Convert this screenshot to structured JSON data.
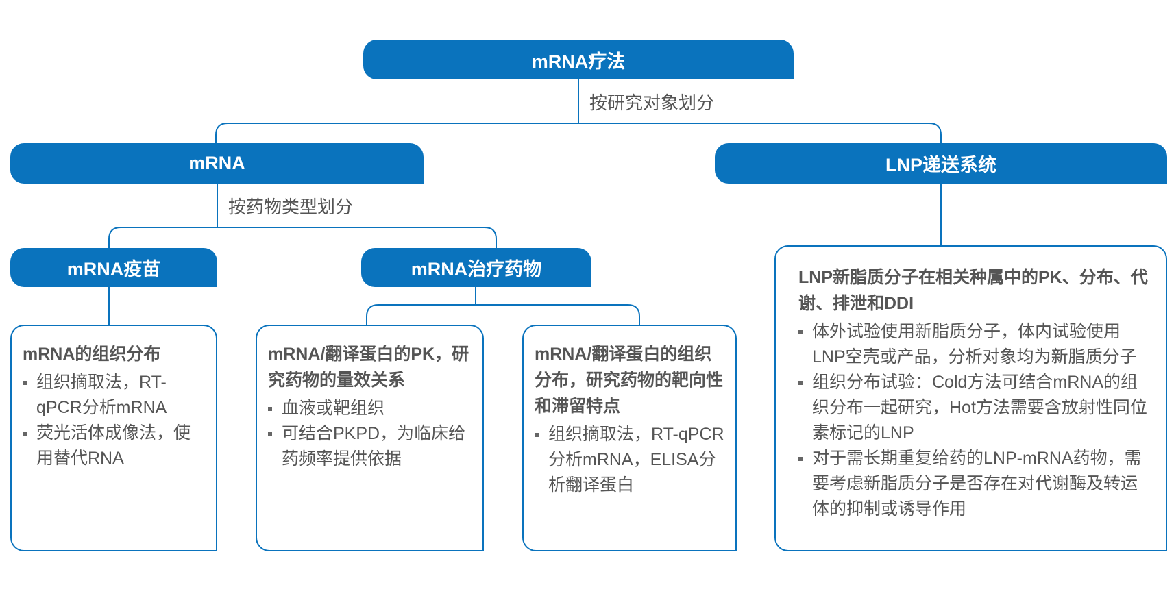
{
  "root": {
    "title": "mRNA疗法",
    "split_label": "按研究对象划分"
  },
  "mrna": {
    "title": "mRNA",
    "split_label": "按药物类型划分",
    "vaccine": {
      "title": "mRNA疫苗",
      "box": {
        "heading": "mRNA的组织分布",
        "items": [
          "组织摘取法，RT-qPCR分析mRNA",
          "荧光活体成像法，使用替代RNA"
        ]
      }
    },
    "therapeutic": {
      "title": "mRNA治疗药物",
      "box_pk": {
        "heading": "mRNA/翻译蛋白的PK，研究药物的量效关系",
        "items": [
          "血液或靶组织",
          "可结合PKPD，为临床给药频率提供依据"
        ]
      },
      "box_dist": {
        "heading": "mRNA/翻译蛋白的组织分布，研究药物的靶向性和滞留特点",
        "items": [
          "组织摘取法，RT-qPCR分析mRNA，ELISA分析翻译蛋白"
        ]
      }
    }
  },
  "lnp": {
    "title": "LNP递送系统",
    "box": {
      "heading": "LNP新脂质分子在相关种属中的PK、分布、代谢、排泄和DDI",
      "items": [
        "体外试验使用新脂质分子，体内试验使用LNP空壳或产品，分析对象均为新脂质分子",
        "组织分布试验：Cold方法可结合mRNA的组织分布一起研究，Hot方法需要含放射性同位素标记的LNP",
        "对于需长期重复给药的LNP-mRNA药物，需要考虑新脂质分子是否存在对代谢酶及转运体的抑制或诱导作用"
      ]
    }
  },
  "colors": {
    "accent": "#0a73bd",
    "text": "#555555"
  }
}
